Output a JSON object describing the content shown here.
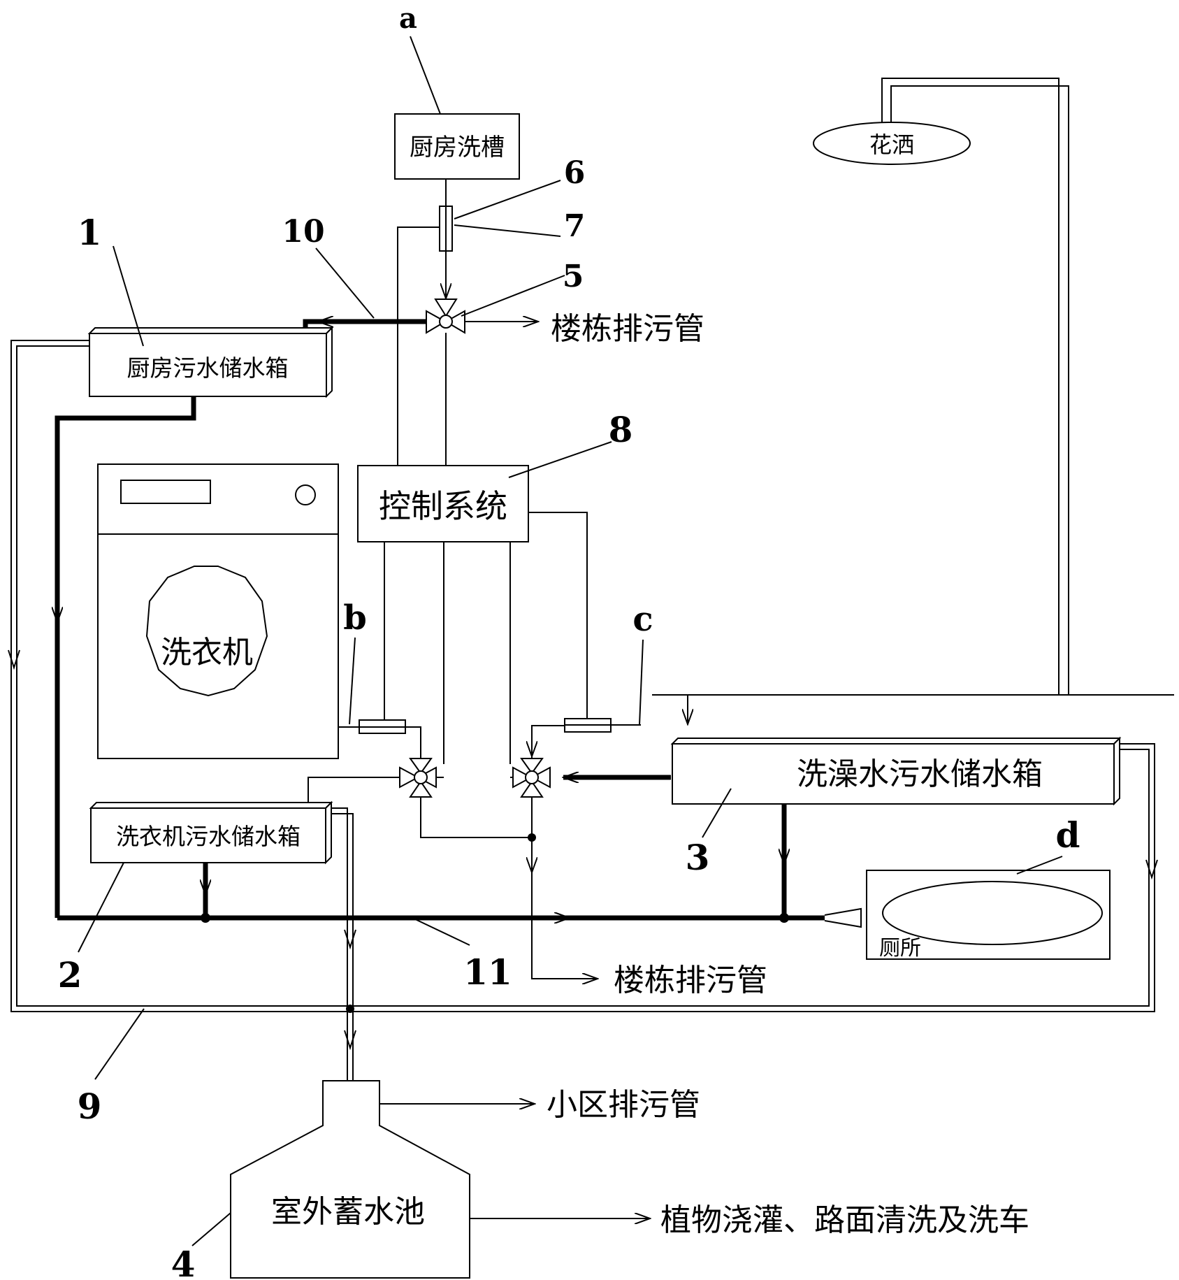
{
  "units": {
    "kitchen_sink": "厨房洗槽",
    "shower_head": "花洒",
    "kitchen_tank": "厨房污水储水箱",
    "control_system": "控制系统",
    "washing_machine": "洗衣机",
    "washer_tank": "洗衣机污水储水箱",
    "bath_tank": "洗澡水污水储水箱",
    "toilet": "厕所",
    "outdoor_pool": "室外蓄水池"
  },
  "outlets": {
    "building_sewer_top": "楼栋排污管",
    "building_sewer_bottom": "楼栋排污管",
    "community_sewer": "小区排污管",
    "reuse": "植物浇灌、路面清洗及洗车"
  },
  "callouts": {
    "a": "a",
    "b": "b",
    "c": "c",
    "d": "d",
    "n1": "1",
    "n2": "2",
    "n3": "3",
    "n4": "4",
    "n5": "5",
    "n6": "6",
    "n7": "7",
    "n8": "8",
    "n9": "9",
    "n10": "10",
    "n11": "11"
  }
}
